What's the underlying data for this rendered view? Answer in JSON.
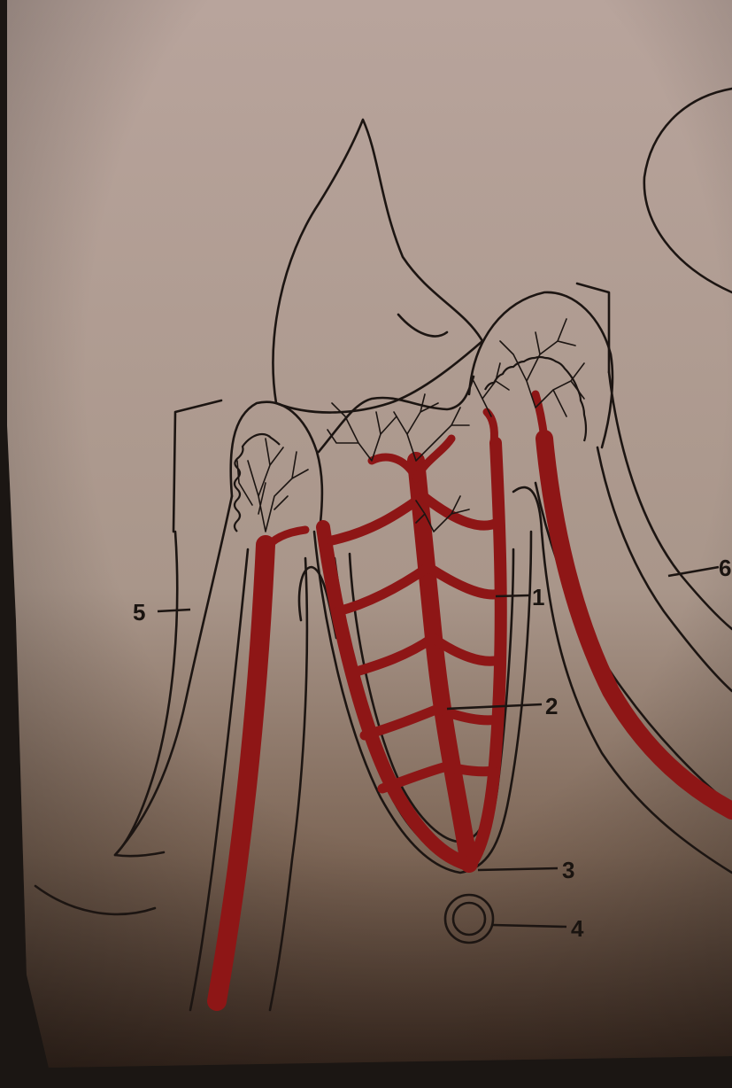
{
  "colors": {
    "paper_light": "#bba79f",
    "paper_mid": "#a5907f",
    "paper_dark": "#4a3629",
    "frame": "#1b1613",
    "ink": "#1c1512",
    "vessel": "#8e1616"
  },
  "labels": [
    {
      "id": "1",
      "text": "1"
    },
    {
      "id": "2",
      "text": "2"
    },
    {
      "id": "3",
      "text": "3"
    },
    {
      "id": "4",
      "text": "4"
    },
    {
      "id": "5",
      "text": "5"
    },
    {
      "id": "6",
      "text": "6"
    }
  ]
}
